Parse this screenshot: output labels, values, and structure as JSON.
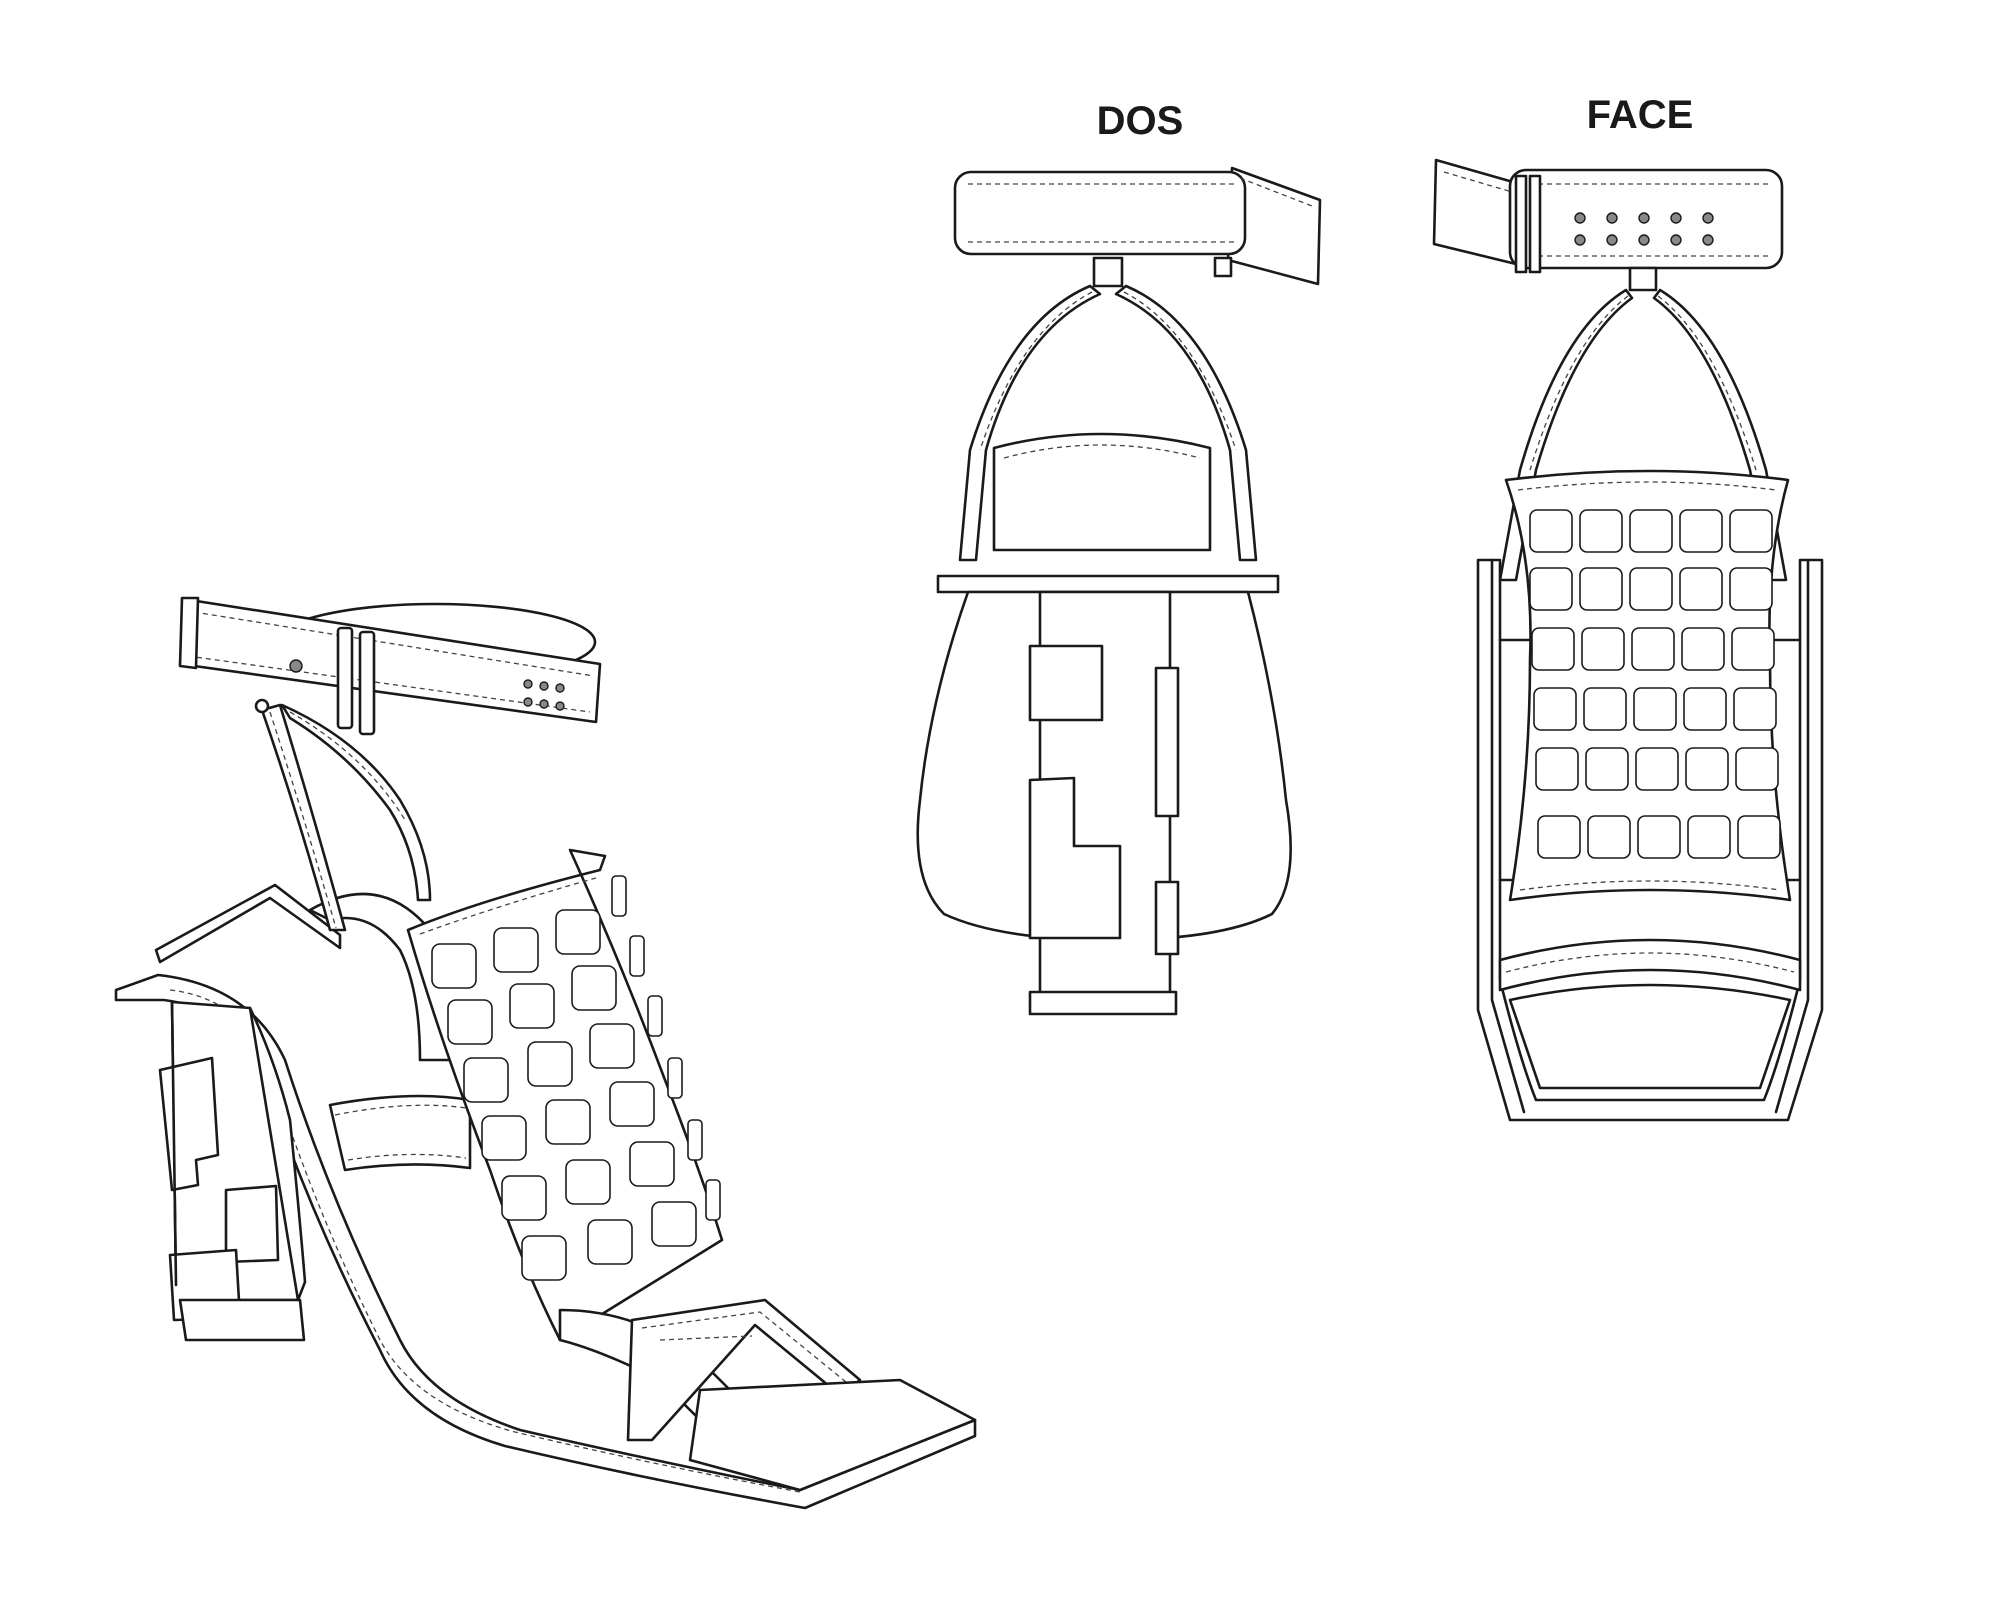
{
  "views": {
    "back_label": "DOS",
    "front_label": "FACE"
  },
  "colors": {
    "line": "#1a1a1a",
    "background": "#ffffff"
  },
  "drawing": {
    "subject": "sandal-technical-flat",
    "views": [
      "side-view",
      "back-view",
      "front-view"
    ]
  }
}
